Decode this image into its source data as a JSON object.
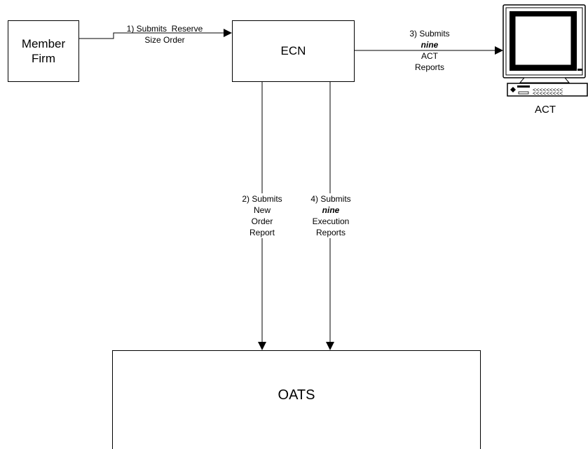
{
  "nodes": {
    "member_firm": {
      "line1": "Member",
      "line2": "Firm"
    },
    "ecn": {
      "label": "ECN"
    },
    "oats": {
      "label": "OATS"
    },
    "act": {
      "label": "ACT",
      "icon": "computer-terminal-icon"
    }
  },
  "steps": {
    "step1": {
      "line1": "1) Submits  Reserve",
      "line2": "Size Order"
    },
    "step2": {
      "line1": "2) Submits",
      "line2": "New",
      "line3": "Order",
      "line4": "Report"
    },
    "step3": {
      "line1": "3) Submits",
      "line2": "nine",
      "line3": "ACT",
      "line4": "Reports"
    },
    "step4": {
      "line1": "4) Submits",
      "line2": "nine",
      "line3": "Execution",
      "line4": "Reports"
    }
  }
}
